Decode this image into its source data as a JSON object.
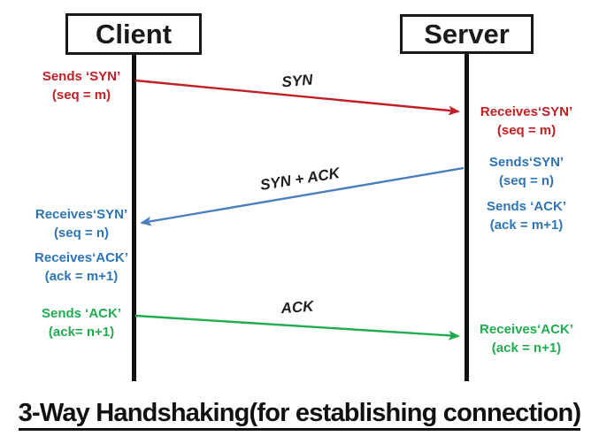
{
  "title": "3-Way Handshaking(for establishing connection)",
  "colors": {
    "syn": "#c02026",
    "syn_ack_arrow": "#4a7ebe",
    "syn_ack_text": "#2e75b6",
    "ack": "#1fad4f",
    "ink": "#1a1a1a"
  },
  "actors": {
    "client": {
      "label": "Client"
    },
    "server": {
      "label": "Server"
    }
  },
  "messages": {
    "syn": {
      "label": "SYN",
      "from": "Client",
      "to": "Server"
    },
    "syn_ack": {
      "label": "SYN + ACK",
      "from": "Server",
      "to": "Client"
    },
    "ack": {
      "label": "ACK",
      "from": "Client",
      "to": "Server"
    }
  },
  "notes": {
    "client": [
      {
        "line1": "Sends ‘SYN’",
        "line2": "(seq = m)"
      },
      {
        "line1": "Receives‘SYN’",
        "line2": "(seq = n)"
      },
      {
        "line1": "Receives‘ACK’",
        "line2": "(ack = m+1)"
      },
      {
        "line1": "Sends ‘ACK’",
        "line2": "(ack= n+1)"
      }
    ],
    "server": [
      {
        "line1": "Receives‘SYN’",
        "line2": "(seq = m)"
      },
      {
        "line1": "Sends‘SYN’",
        "line2": "(seq = n)"
      },
      {
        "line1": "Sends ‘ACK’",
        "line2": "(ack = m+1)"
      },
      {
        "line1": "Receives‘ACK’",
        "line2": "(ack = n+1)"
      }
    ]
  }
}
